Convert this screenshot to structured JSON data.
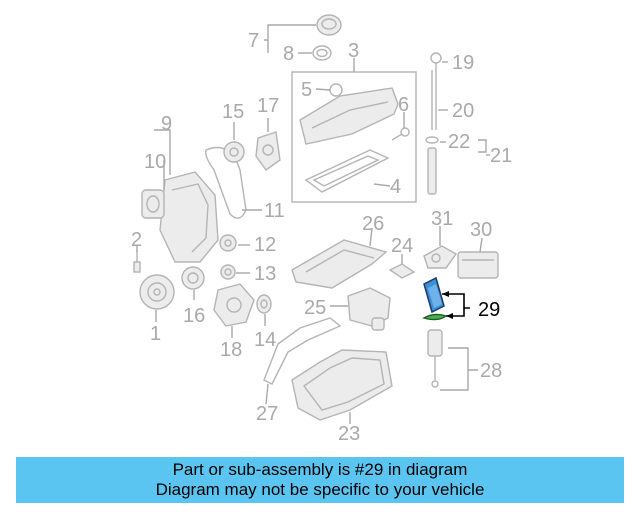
{
  "labels": [
    "1",
    "2",
    "3",
    "4",
    "5",
    "6",
    "7",
    "8",
    "9",
    "10",
    "11",
    "12",
    "13",
    "14",
    "15",
    "16",
    "17",
    "18",
    "19",
    "20",
    "21",
    "22",
    "23",
    "24",
    "25",
    "26",
    "27",
    "28",
    "30",
    "31"
  ],
  "highlight_label": "29",
  "caption": {
    "line1": "Part or sub-assembly is #29 in diagram",
    "line2": "Diagram may not be specific to your vehicle"
  },
  "colors": {
    "caption_bg": "#5bc5f2",
    "highlight_part": "#3d8fd6",
    "highlight_seal": "#4caf50",
    "line_art": "#b4b4b4"
  }
}
